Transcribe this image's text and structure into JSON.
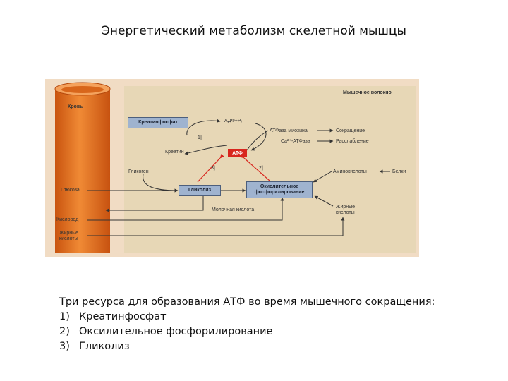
{
  "title": "Энергетический метаболизм скелетной мышцы",
  "diagram": {
    "vessel_label": "Кровь",
    "fiber_label": "Мышечное волокно",
    "creatine_phosphate": "Креатинфосфат",
    "adp_pi": "АДФ+Pᵢ",
    "creatine": "Креатин",
    "atp": "АТФ",
    "myosin_atpase": "АТФаза миозина",
    "contraction": "Сокращение",
    "ca_atpase": "Ca²⁺-АТФаза",
    "relaxation": "Расслабление",
    "step1": "1]",
    "step2": "2]",
    "step3": "3]",
    "glycogen": "Гликоген",
    "glucose": "Глюкоза",
    "glycolysis": "Гликолиз",
    "oxphos_line1": "Окислительное",
    "oxphos_line2": "фосфорилирование",
    "amino_acids": "Аминокислоты",
    "proteins": "Белки",
    "lactic_acid": "Молочная кислота",
    "oxygen": "Кислород",
    "fatty_acids_fiber_1": "Жирные",
    "fatty_acids_fiber_2": "кислоты",
    "fatty_acids_blood_1": "Жирные",
    "fatty_acids_blood_2": "кислоты"
  },
  "caption": {
    "intro": "Три ресурса для образования АТФ во время мышечного сокращения:",
    "items": [
      {
        "num": "1)",
        "text": "Креатинфосфат"
      },
      {
        "num": "2)",
        "text": "Оксилительное фосфорилирование"
      },
      {
        "num": "3)",
        "text": "Гликолиз"
      }
    ]
  },
  "colors": {
    "vessel": "#e8731f",
    "atp_box": "#d8261e",
    "process_box": "#9fb3cf",
    "panel": "#e7d7b6"
  }
}
